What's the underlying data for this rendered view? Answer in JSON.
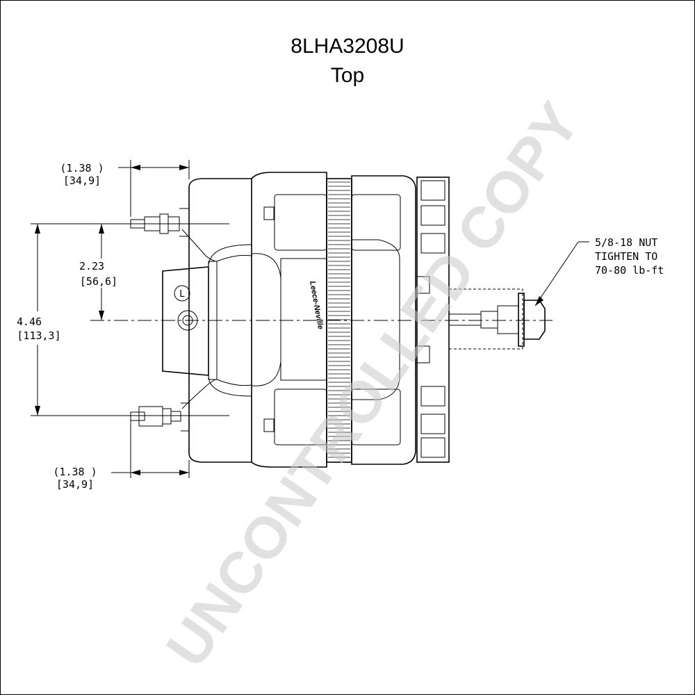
{
  "drawing": {
    "part_number": "8LHA3208U",
    "view": "Top",
    "watermark": "UNCONTROLLED COPY",
    "brand_mark": "Leece-Neville"
  },
  "dimensions": {
    "top_offset": {
      "inch": "(1.38 )",
      "mm": "[34,9]"
    },
    "half_height": {
      "inch": "2.23",
      "mm": "[56,6]"
    },
    "full_height": {
      "inch": "4.46",
      "mm": "[113,3]"
    },
    "bottom_offset": {
      "inch": "(1.38 )",
      "mm": "[34,9]"
    }
  },
  "callout": {
    "line1": "5/8-18 NUT",
    "line2": "TIGHTEN TO",
    "line3": "70-80 lb-ft"
  },
  "terminal_label": "L"
}
